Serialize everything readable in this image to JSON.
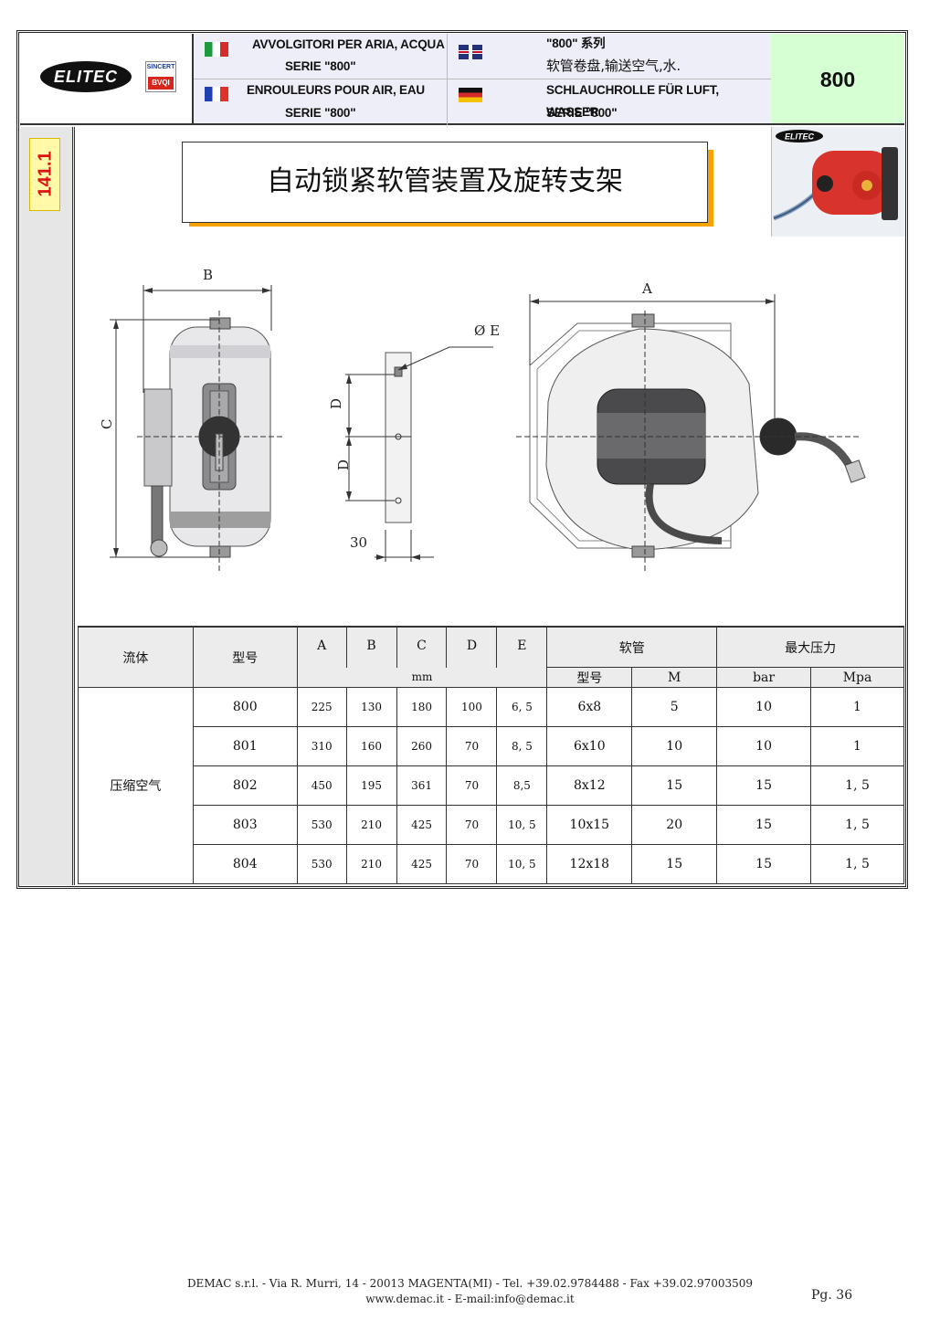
{
  "header": {
    "logo_text": "ELITEC",
    "cert_top": "SINCERT",
    "cert_bottom": "BVQI",
    "it_title_1": "AVVOLGITORI PER ARIA, ACQUA",
    "it_title_2": "SERIE \"800\"",
    "fr_title_1": "ENROULEURS POUR AIR, EAU",
    "fr_title_2": "SERIE \"800\"",
    "cn_title_1": "\"800\" 系列",
    "cn_title_2": "软管卷盘,输送空气,水.",
    "de_title_1": "SCHLAUCHROLLE FÜR LUFT, WASSER",
    "de_title_2": "SERIE \"800\"",
    "series_number": "800"
  },
  "page_code": "141.1",
  "title": "自动锁紧软管装置及旋转支架",
  "photo_logo": "ELITEC",
  "drawing": {
    "label_A": "A",
    "label_B": "B",
    "label_C": "C",
    "label_D1": "D",
    "label_D2": "D",
    "label_E": "Ø E",
    "label_30": "30"
  },
  "table": {
    "col_fluid": "流体",
    "col_model": "型号",
    "col_A": "A",
    "col_B": "B",
    "col_C": "C",
    "col_D": "D",
    "col_E": "E",
    "unit_mm": "mm",
    "col_hose": "软管",
    "col_hose_model": "型号",
    "col_hose_m": "M",
    "col_pressure": "最大压力",
    "col_bar": "bar",
    "col_mpa": "Mpa",
    "fluid": "压缩空气",
    "rows": [
      {
        "model": "800",
        "A": "225",
        "B": "130",
        "C": "180",
        "D": "100",
        "E": "6, 5",
        "hose": "6x8",
        "m": "5",
        "bar": "10",
        "mpa": "1"
      },
      {
        "model": "801",
        "A": "310",
        "B": "160",
        "C": "260",
        "D": "70",
        "E": "8, 5",
        "hose": "6x10",
        "m": "10",
        "bar": "10",
        "mpa": "1"
      },
      {
        "model": "802",
        "A": "450",
        "B": "195",
        "C": "361",
        "D": "70",
        "E": "8,5",
        "hose": "8x12",
        "m": "15",
        "bar": "15",
        "mpa": "1, 5"
      },
      {
        "model": "803",
        "A": "530",
        "B": "210",
        "C": "425",
        "D": "70",
        "E": "10, 5",
        "hose": "10x15",
        "m": "20",
        "bar": "15",
        "mpa": "1, 5"
      },
      {
        "model": "804",
        "A": "530",
        "B": "210",
        "C": "425",
        "D": "70",
        "E": "10, 5",
        "hose": "12x18",
        "m": "15",
        "bar": "15",
        "mpa": "1, 5"
      }
    ]
  },
  "footer": {
    "line1": "DEMAC s.r.l. - Via R. Murri, 14 - 20013 MAGENTA(MI) - Tel. +39.02.9784488 - Fax +39.02.97003509",
    "line2": "www.demac.it - E-mail:info@demac.it",
    "page": "Pg. 36"
  }
}
